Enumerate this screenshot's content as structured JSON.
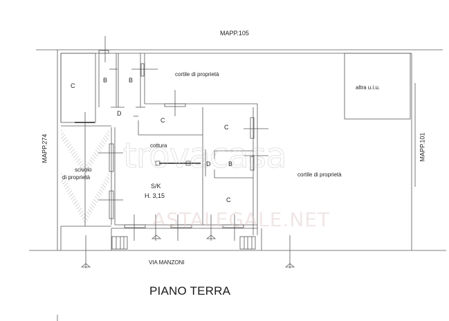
{
  "drawing": {
    "title": "PIANO TERRA",
    "street": "VIA MANZONI",
    "boundaries": {
      "north": "MAPP.105",
      "west": "MAPP.274",
      "east": "MAPP.101"
    },
    "rooms": [
      {
        "id": "c-nw",
        "label": "C"
      },
      {
        "id": "b-1",
        "label": "B"
      },
      {
        "id": "b-2",
        "label": "B"
      },
      {
        "id": "d-1",
        "label": "D"
      },
      {
        "id": "c-mid",
        "label": "C"
      },
      {
        "id": "c-east",
        "label": "C"
      },
      {
        "id": "cottura",
        "label": "cottura"
      },
      {
        "id": "d-2",
        "label": "D"
      },
      {
        "id": "b-3",
        "label": "B"
      },
      {
        "id": "sk",
        "label": "S/K"
      },
      {
        "id": "sk-height",
        "label": "H. 3,15"
      },
      {
        "id": "c-south",
        "label": "C"
      }
    ],
    "areas": {
      "cortile_north": "cortile di proprietà",
      "cortile_east": "cortile di proprietà",
      "altra_uiu": "altra u.i.u.",
      "scivolo_line1": "scivolo",
      "scivolo_line2": "di proprietà"
    },
    "watermarks": {
      "trovacasa": "trovacasa",
      "astalegale": "ASTALEGALE.NET"
    },
    "colors": {
      "wall": "#555555",
      "line": "#666666",
      "text": "#222222",
      "background": "#ffffff"
    }
  }
}
